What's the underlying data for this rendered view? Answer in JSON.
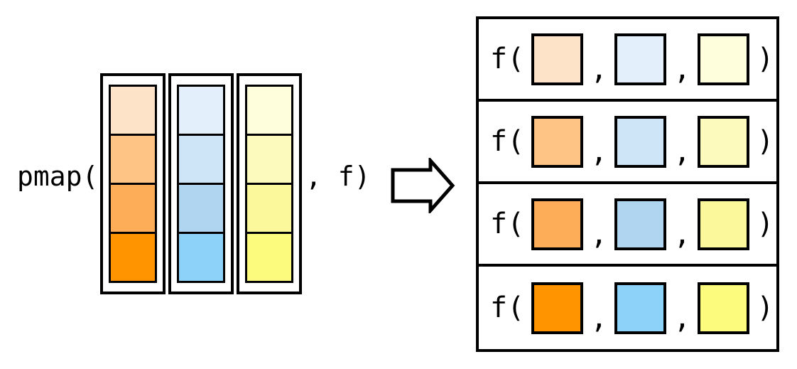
{
  "labels": {
    "call_open": "pmap(",
    "call_close": ", f)",
    "f_open": "f(",
    "comma": ",",
    "close_paren": ")"
  },
  "icons": {
    "arrow": "block-arrow-right"
  },
  "palette": {
    "stroke": "#000000",
    "background": "#ffffff"
  },
  "columns": [
    {
      "name": "first-argument-array",
      "color_family": "orange",
      "cells": [
        "#fde3c7",
        "#fdc486",
        "#fdad57",
        "#ff9300"
      ]
    },
    {
      "name": "second-argument-array",
      "color_family": "blue",
      "cells": [
        "#e3f0fb",
        "#cee5f8",
        "#afd5f0",
        "#8dd2f8"
      ]
    },
    {
      "name": "third-argument-array",
      "color_family": "yellow",
      "cells": [
        "#fefedc",
        "#fcfabd",
        "#fbf89c",
        "#fdfb7e"
      ]
    }
  ],
  "rows": [
    {
      "args": [
        "#fde3c7",
        "#e3f0fb",
        "#fefedc"
      ]
    },
    {
      "args": [
        "#fdc486",
        "#cee5f8",
        "#fcfabd"
      ]
    },
    {
      "args": [
        "#fdad57",
        "#afd5f0",
        "#fbf89c"
      ]
    },
    {
      "args": [
        "#ff9300",
        "#8dd2f8",
        "#fdfb7e"
      ]
    }
  ]
}
